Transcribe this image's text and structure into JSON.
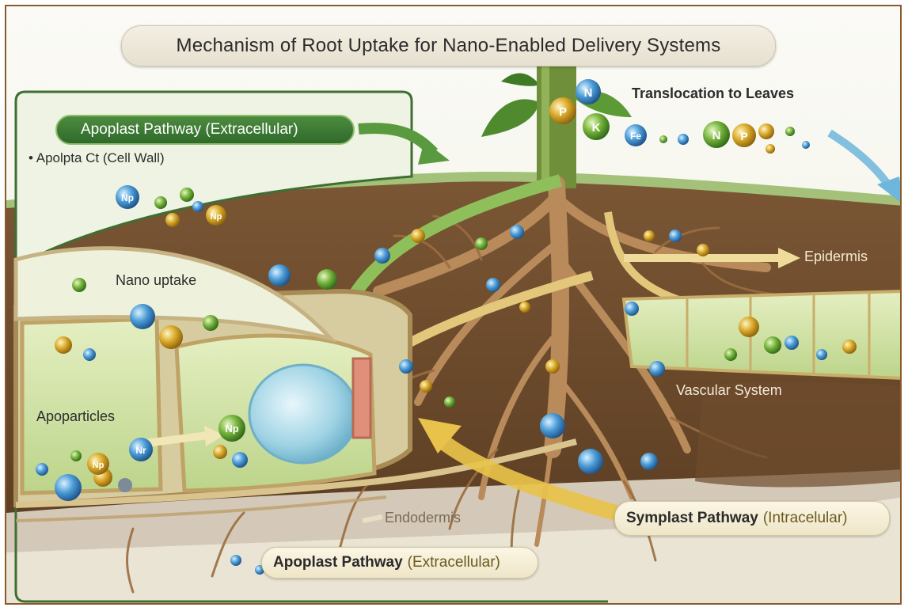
{
  "title": "Mechanism of Root Uptake for Nano-Enabled Delivery Systems",
  "labels": {
    "apoplast_top_main": "Apoplast Pathway (Extracellular)",
    "cell_wall": "Apolpta Ct (Cell Wall)",
    "nano_uptake": "Nano uptake",
    "apoparticles": "Apoparticles",
    "translocation": "Translocation to Leaves",
    "epidermis": "Epidermis",
    "vascular": "Vascular System",
    "endodermis": "Endodermis",
    "symplast_main": "Symplast Pathway",
    "symplast_sub": "(Intracelular)",
    "apoplast_bottom_main": "Apoplast Pathway",
    "apoplast_bottom_sub": "(Extracellular)"
  },
  "particle_labels": {
    "N": "N",
    "P": "P",
    "K": "K",
    "Fe": "Fe",
    "Np": "Np",
    "Nr": "Nr"
  },
  "colors": {
    "soil": "#6b4a2b",
    "root": "#b98a5a",
    "cell_green": "#cfe3a0",
    "arrow_green": "#5a9a3e",
    "arrow_yellow": "#e8c24a",
    "arrow_blue": "#5aaed8",
    "pill_green": "#3f7c34"
  }
}
